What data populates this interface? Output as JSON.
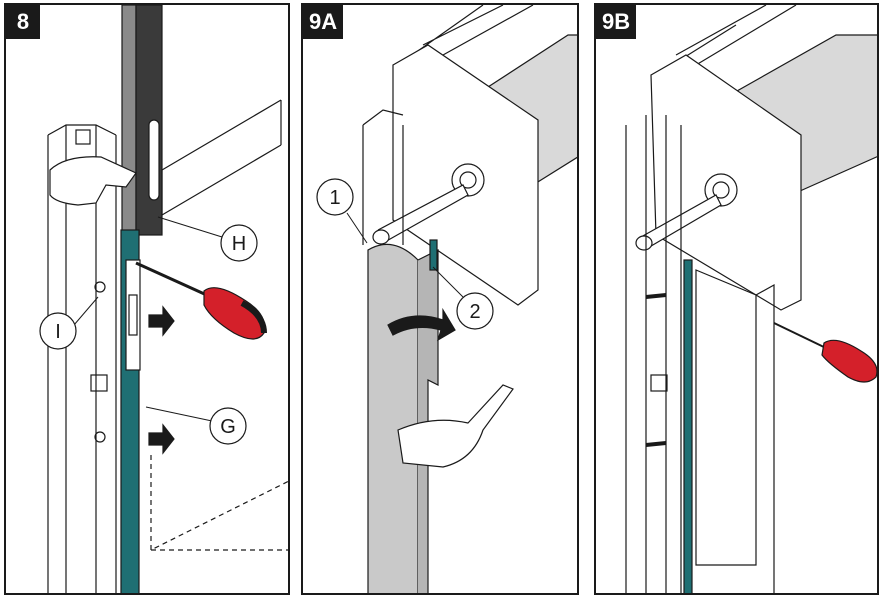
{
  "panels": [
    {
      "id": "8",
      "callouts": {
        "H": "H",
        "I": "I",
        "G": "G"
      }
    },
    {
      "id": "9A",
      "callouts": {
        "one": "1",
        "two": "2"
      }
    },
    {
      "id": "9B",
      "callouts": {}
    }
  ],
  "colors": {
    "teal": "#1f6f73",
    "line": "#1a1a1a",
    "red": "#d4202a",
    "grey": "#c9c9c9"
  }
}
